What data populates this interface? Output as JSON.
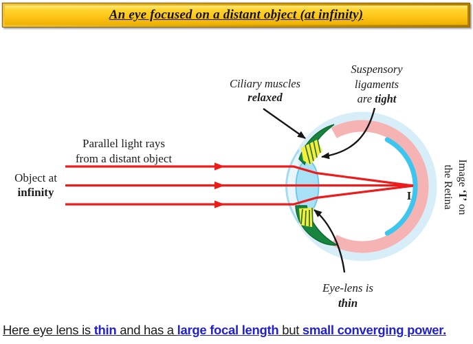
{
  "title": {
    "text": "An eye focused on a distant object (at infinity)"
  },
  "labels": {
    "ciliary": {
      "line1": "Ciliary muscles",
      "line2": "relaxed"
    },
    "suspensory": {
      "line1": "Suspensory",
      "line2": "ligaments",
      "line3_prefix": "are ",
      "line3_bold": "tight"
    },
    "parallel_rays": {
      "line1": "Parallel light rays",
      "line2": "from a distant object"
    },
    "object": {
      "line1": "Object at",
      "line2": "infinity"
    },
    "image_point": "I",
    "retina": {
      "line1_prefix": "Image ",
      "line1_bold": "‘I’",
      "line1_suffix": " on",
      "line2": "the Retina"
    },
    "eye_lens": {
      "line1": "Eye-lens is",
      "line2": "thin"
    }
  },
  "footer": {
    "segments": [
      {
        "text": "Here eye lens is ",
        "emphasis": "plain"
      },
      {
        "text": "thin",
        "emphasis": "blue-bold"
      },
      {
        "text": " and has a ",
        "emphasis": "plain"
      },
      {
        "text": "large focal length",
        "emphasis": "blue-bold"
      },
      {
        "text": " but ",
        "emphasis": "plain"
      },
      {
        "text": "small converging power.",
        "emphasis": "blue-bold"
      }
    ]
  },
  "colors": {
    "banner_gold": "#fdc417",
    "ray_red": "#ee1b1b",
    "sclera_blue": "#d7eef9",
    "choroid_pink": "#f6b3b3",
    "retina_blue": "#3cc5ef",
    "cornea_fill": "#e9f6fd",
    "cornea_border": "#a5dbf0",
    "lens_fill": "#a8e1f5",
    "lens_border": "#70c9e8",
    "muscle_green": "#17853f",
    "ligament_yellow": "#f4ef3f",
    "link_blue": "#2121cd",
    "text_black": "#1c1c1c"
  }
}
